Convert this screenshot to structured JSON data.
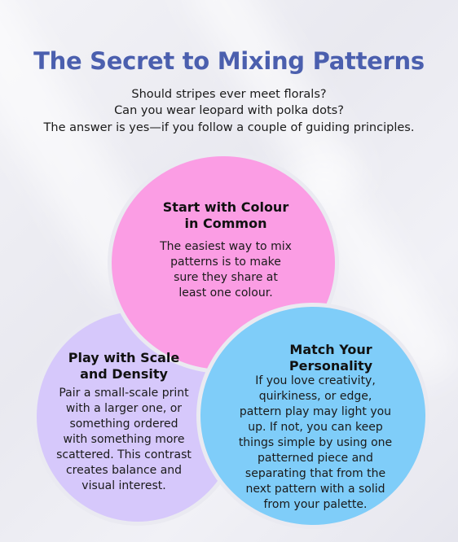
{
  "title": "The Secret to Mixing Patterns",
  "intro": [
    "Should stripes ever meet florals?",
    "Can you wear leopard with polka dots?",
    "The answer is yes—if you follow a couple of guiding principles."
  ],
  "sections": {
    "colour": {
      "heading": [
        "Start with Colour",
        "in Common"
      ],
      "body": [
        "The easiest way to mix",
        "patterns is to make",
        "sure they share at",
        "least one colour."
      ]
    },
    "scale": {
      "heading": [
        "Play with Scale",
        "and Density"
      ],
      "body": [
        "Pair a small-scale print",
        "with a larger one, or",
        "something ordered",
        "with something more",
        "scattered. This contrast",
        "creates balance and",
        "visual interest."
      ]
    },
    "personality": {
      "heading": [
        "Match Your",
        "Personality"
      ],
      "body": [
        "If you love creativity,",
        "quirkiness, or edge,",
        "pattern play may light you",
        "up. If not, you can keep",
        "things simple by using one",
        "patterned piece and",
        "separating that from the",
        "next pattern with a solid",
        "from your palette."
      ]
    }
  },
  "colors": {
    "title": "#4b5fae",
    "pink": "#fb9de4",
    "purple": "#d6c8fb",
    "blue": "#7fcdf9",
    "background": "#eeeef4"
  }
}
